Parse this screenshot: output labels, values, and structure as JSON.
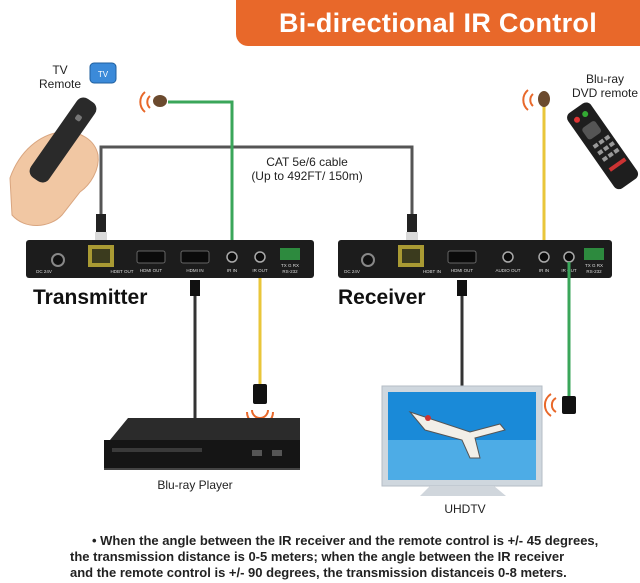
{
  "title": "Bi-directional IR Control",
  "labels": {
    "tv_remote": "TV\nRemote",
    "bluray_remote": "Blu-ray\nDVD remote",
    "cable": "CAT 5e/6 cable\n(Up to 492FT/ 150m)",
    "transmitter": "Transmitter",
    "receiver": "Receiver",
    "bluray_player": "Blu-ray Player",
    "uhdtv": "UHDTV"
  },
  "transmitter_ports": [
    "DC 24V",
    "HDBT OUT",
    "HDMI OUT",
    "HDMI IN",
    "IR IN",
    "IR OUT",
    "TX  G  RX",
    "RS-232"
  ],
  "receiver_ports": [
    "DC 24V",
    "HDBT IN",
    "HDMI OUT",
    "AUDIO OUT",
    "IR IN",
    "IR OUT",
    "TX  G  RX",
    "RS-232"
  ],
  "tv_badge": "TV",
  "footnote": {
    "line1": "• When the angle between the IR receiver and the remote control is +/- 45 degrees,",
    "line2": "the transmission distance is 0-5 meters; when the angle between the IR receiver",
    "line3": "and the remote control is +/- 90 degrees, the transmission distanceis 0-8 meters."
  },
  "colors": {
    "banner": "#e8682a",
    "green_cable": "#3aa65a",
    "yellow_cable": "#e9c63a",
    "black_cable": "#333333",
    "box": "#1c1c1c"
  }
}
